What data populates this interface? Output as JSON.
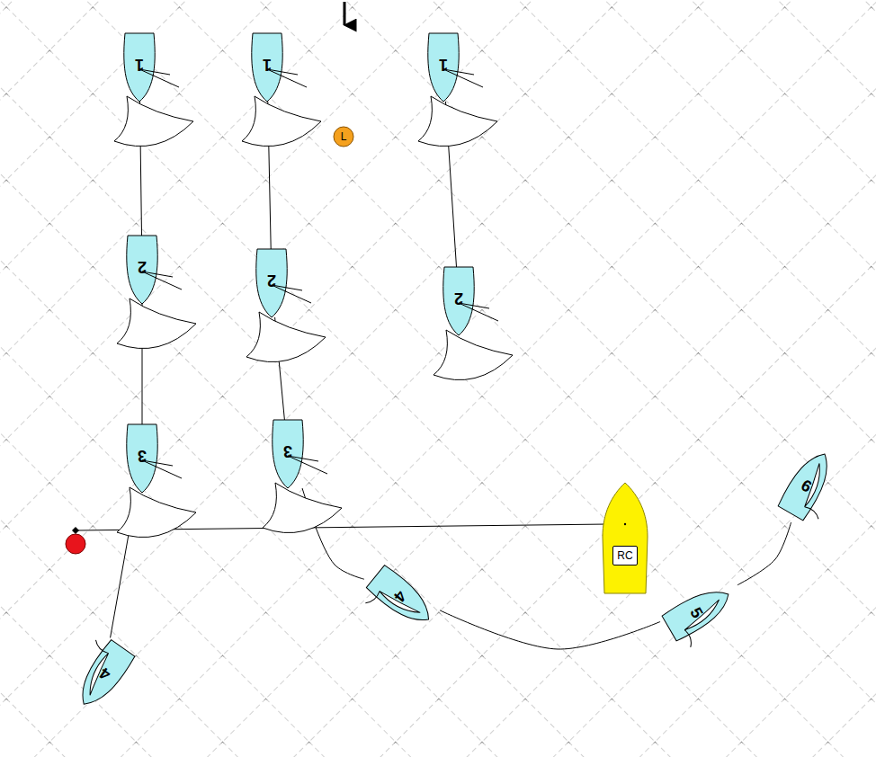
{
  "diagram": {
    "nodes": [
      {
        "text": [
          "1"
        ]
      },
      {
        "text": [
          "1"
        ]
      },
      {
        "text": [
          "L"
        ]
      },
      {
        "text": [
          "1"
        ]
      },
      {
        "text": [
          "2"
        ]
      },
      {
        "text": [
          "2"
        ]
      },
      {
        "text": [
          "2"
        ]
      },
      {
        "text": [
          "3"
        ]
      },
      {
        "text": [
          "3"
        ]
      },
      {
        "text": [
          "RC"
        ]
      },
      {
        "text": [
          "6"
        ]
      },
      {
        "text": [
          "4"
        ]
      },
      {
        "text": [
          "5"
        ]
      },
      {
        "text": [
          "4"
        ]
      }
    ],
    "edges": [
      {
        "from": 0,
        "to": 4,
        "arrow": "none"
      },
      {
        "from": 4,
        "to": 7,
        "arrow": "none"
      },
      {
        "from": 7,
        "to": 13,
        "arrow": "none"
      },
      {
        "from": 1,
        "to": 5,
        "arrow": "none"
      },
      {
        "from": 5,
        "to": 8,
        "arrow": "none"
      },
      {
        "from": 3,
        "to": 6,
        "arrow": "none"
      },
      {
        "from": 8,
        "to": 11,
        "arrow": "none"
      },
      {
        "from": 11,
        "to": 12,
        "arrow": "none"
      },
      {
        "from": 12,
        "to": 10,
        "arrow": "none"
      }
    ]
  }
}
